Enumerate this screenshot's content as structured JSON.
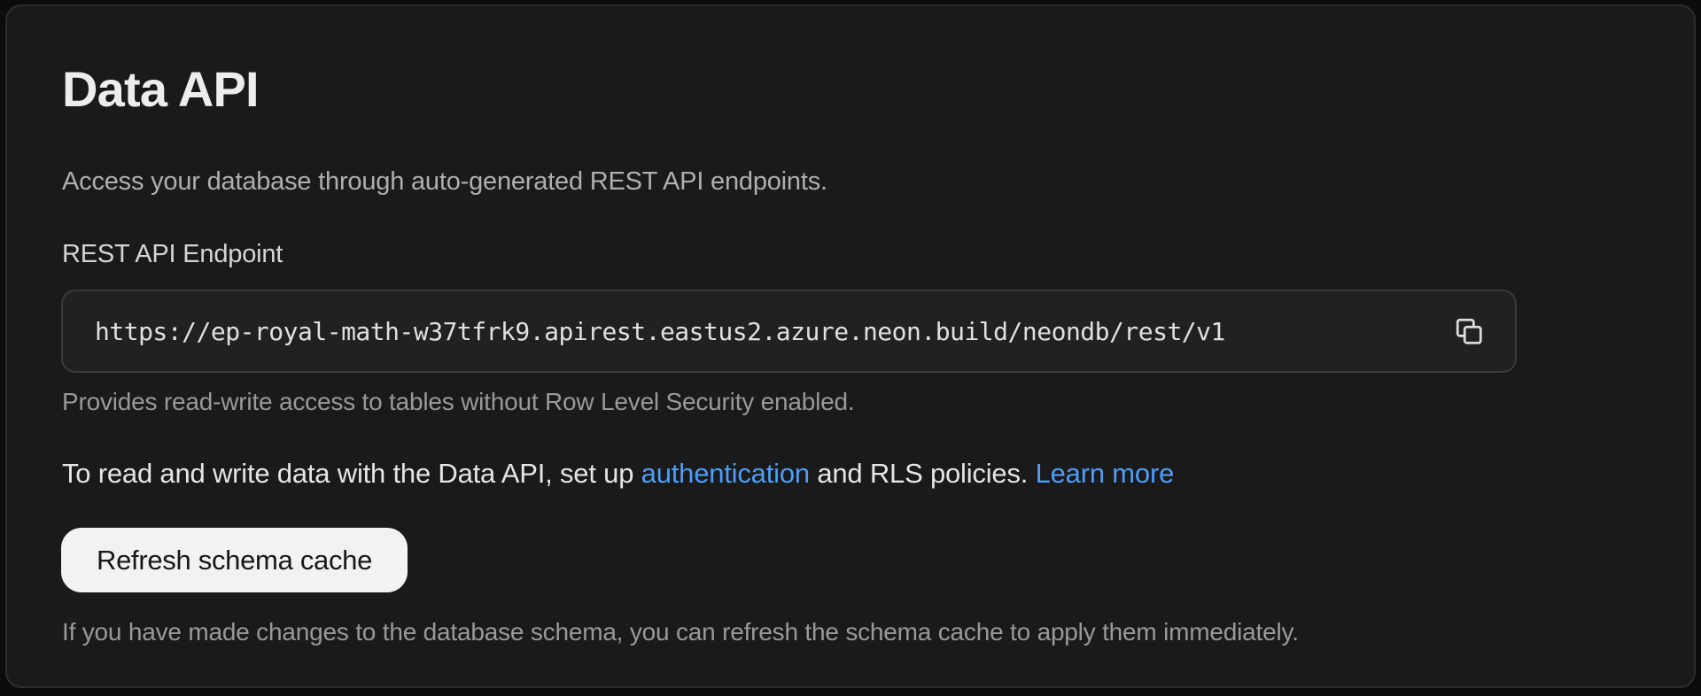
{
  "panel": {
    "title": "Data API",
    "subtitle": "Access your database through auto-generated REST API endpoints.",
    "endpoint": {
      "label": "REST API Endpoint",
      "url": "https://ep-royal-math-w37tfrk9.apirest.eastus2.azure.neon.build/neondb/rest/v1",
      "copy_icon": "copy-icon",
      "helper": "Provides read-write access to tables without Row Level Security enabled."
    },
    "rls_note": {
      "text_before": "To read and write data with the Data API, set up ",
      "auth_link": "authentication",
      "text_middle": " and RLS policies. ",
      "learn_more_link": "Learn more"
    },
    "refresh": {
      "button_label": "Refresh schema cache",
      "helper": "If you have made changes to the database schema, you can refresh the schema cache to apply them immediately."
    }
  },
  "colors": {
    "page_bg": "#0c0c0c",
    "panel_bg": "#1a1a1a",
    "panel_border": "#2d2d2d",
    "field_bg": "#212121",
    "field_border": "#3a3a3a",
    "link": "#4e9df7",
    "button_bg": "#f2f2f2",
    "button_text": "#171717",
    "text_primary": "#ededed",
    "text_muted": "#999999",
    "mono_text": "#e0e0e0"
  }
}
